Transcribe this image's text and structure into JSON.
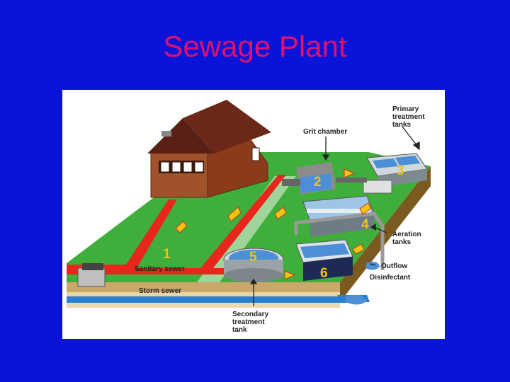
{
  "slide": {
    "title": "Sewage Plant"
  },
  "diagram": {
    "labels": {
      "grit_chamber": "Grit chamber",
      "primary_line1": "Primary",
      "primary_line2": "treatment",
      "primary_line3": "tanks",
      "aeration_line1": "Aeration",
      "aeration_line2": "tanks",
      "outflow": "Outflow",
      "disinfectant": "Disinfectant",
      "sanitary_sewer": "Sanitary sewer",
      "storm_sewer": "Storm sewer",
      "secondary_line1": "Secondary",
      "secondary_line2": "treatment",
      "secondary_line3": "tank"
    },
    "steps": [
      "1",
      "2",
      "3",
      "4",
      "5",
      "6"
    ],
    "colors": {
      "background": "#0a14d8",
      "title": "#e0106e",
      "grass": "#3fae3a",
      "soil": "#7a5a1e",
      "sewer": "#e8261c",
      "storm": "#2a7fd0",
      "water": "#4d8fd6",
      "house": "#a0522d",
      "steps": "#f1c40f"
    }
  }
}
